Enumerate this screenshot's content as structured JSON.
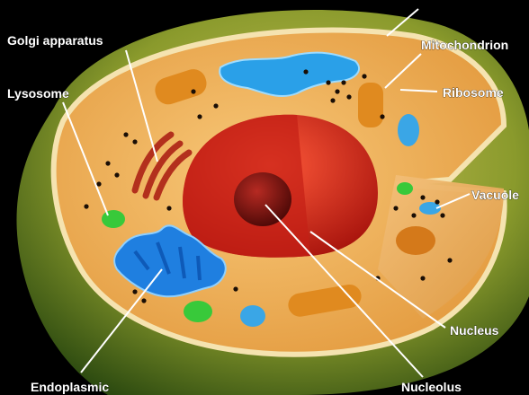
{
  "labels": {
    "golgi": "Golgi apparatus",
    "lysosome": "Lysosome",
    "mitochondrion": "Mitochondrion",
    "ribosome": "Ribosome",
    "vacuole": "Vacuole",
    "nucleus": "Nucleus",
    "nucleolus": "Nucleolus",
    "endoplasmic": "Endoplasmic"
  },
  "colors": {
    "background": "#000000",
    "membrane": "#8fa12e",
    "cytoplasm": "#f2b45a",
    "nucleus": "#d9261c",
    "nucleolus": "#7a1512",
    "er": "#1f7fe0",
    "golgi": "#b3301d",
    "mitochondria": "#e08a1f",
    "vacuole": "#3aa6e6",
    "lysosome": "#38c93a",
    "label_text": "#ffffff"
  }
}
